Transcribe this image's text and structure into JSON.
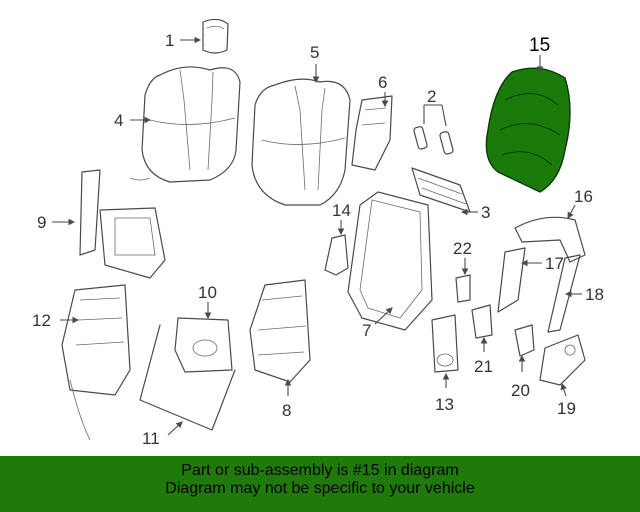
{
  "diagram": {
    "highlight_color": "#1a7a0a",
    "callouts": {
      "c1": "1",
      "c2": "2",
      "c3": "3",
      "c4": "4",
      "c5": "5",
      "c6": "6",
      "c7": "7",
      "c8": "8",
      "c9": "9",
      "c10": "10",
      "c11": "11",
      "c12": "12",
      "c13": "13",
      "c14": "14",
      "c15": "15",
      "c16": "16",
      "c17": "17",
      "c18": "18",
      "c19": "19",
      "c20": "20",
      "c21": "21",
      "c22": "22"
    }
  },
  "footer": {
    "background": "#1f7a0a",
    "line1": "Part or sub-assembly is #15 in diagram",
    "line2": "Diagram may not be specific to your vehicle"
  }
}
